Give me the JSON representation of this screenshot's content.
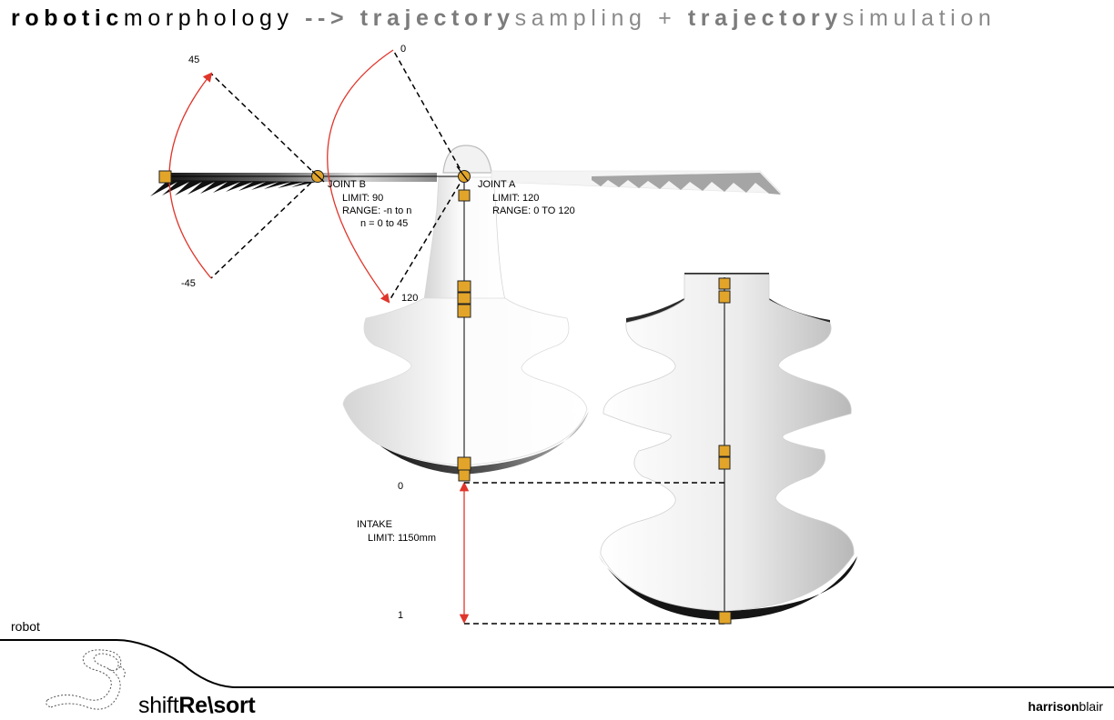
{
  "title": {
    "part1_bold": "robotic",
    "part1_reg": "morphology",
    "arrow": "-->",
    "part2_bold": "trajectory",
    "part2_reg": "sampling",
    "plus": "+",
    "part3_bold": "trajectory",
    "part3_reg": "simulation"
  },
  "joint_b": {
    "name": "JOINT B",
    "limit": "LIMIT: 90",
    "range": "RANGE: -n to n",
    "n": "n = 0 to 45",
    "angle_top": "45",
    "angle_bottom": "-45"
  },
  "joint_a": {
    "name": "JOINT A",
    "limit": "LIMIT: 120",
    "range": "RANGE: 0 TO 120",
    "angle_top": "0",
    "angle_bottom": "120"
  },
  "intake": {
    "name": "INTAKE",
    "limit": "LIMIT: 1150mm",
    "value_start": "0",
    "value_end": "1"
  },
  "footer": {
    "section": "robot",
    "brand_reg": "shift",
    "brand_bold": "Re\\sort",
    "author_bold": "harrison",
    "author_reg": "blair"
  },
  "colors": {
    "arc": "#e0352b",
    "node": "#e2a52a",
    "dash": "#000000"
  }
}
